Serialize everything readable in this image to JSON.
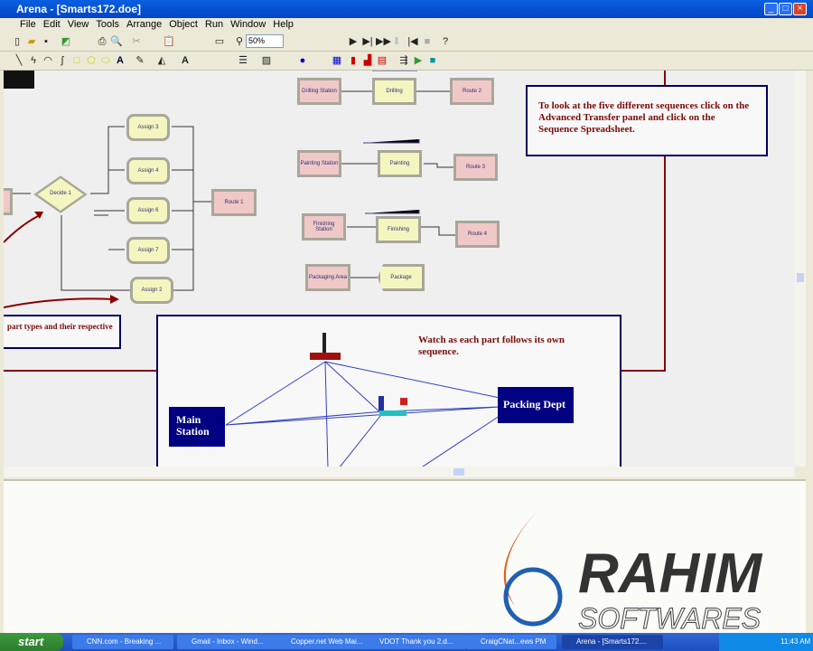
{
  "window": {
    "title": "Arena - [Smarts172.doe]",
    "min": "_",
    "max": "□",
    "close": "×"
  },
  "menu": [
    "File",
    "Edit",
    "View",
    "Tools",
    "Arrange",
    "Object",
    "Run",
    "Window",
    "Help"
  ],
  "toolbar": {
    "zoom_value": "50%"
  },
  "modules": {
    "decide": "Decide 1",
    "assigns": [
      "Assign 3",
      "Assign 4",
      "Assign 6",
      "Assign 7",
      "Assign 2"
    ],
    "route1": "Route 1",
    "drilling_station": "Drilling Station",
    "drilling": "Drilling",
    "route2": "Route 2",
    "painting_station": "Painting Station",
    "painting": "Painting",
    "route3": "Route 3",
    "finishing_station": "Finishing Station",
    "finishing": "Finishing",
    "route4": "Route 4",
    "packaging_area": "Packaging Area",
    "package": "Package"
  },
  "notes": {
    "sequence": "To look at the five different sequences click on the Advanced Transfer panel and click on the Sequence Spreadsheet.",
    "part_types": "part types and their respective",
    "watch": "Watch as each part follows its own sequence."
  },
  "animation": {
    "main_station": "Main Station",
    "packing_dept": "Packing Dept"
  },
  "watermark": "RAHIM SOFTWARES",
  "taskbar": {
    "start": "start",
    "tasks": [
      "CNN.com - Breaking ...",
      "Gmail - Inbox - Wind...",
      "Copper.net Web Mai...",
      "VDOT Thank you 2.d...",
      "CraigCNat...ews PM",
      "Arena - [Smarts172...."
    ],
    "clock": "11:43 AM"
  },
  "colors": {
    "title": "#0a5fe0",
    "module_pink": "#f0c8c8",
    "module_yellow": "#f5f5c0",
    "note_text": "#7a0a0a",
    "station_bg": "#000080"
  }
}
